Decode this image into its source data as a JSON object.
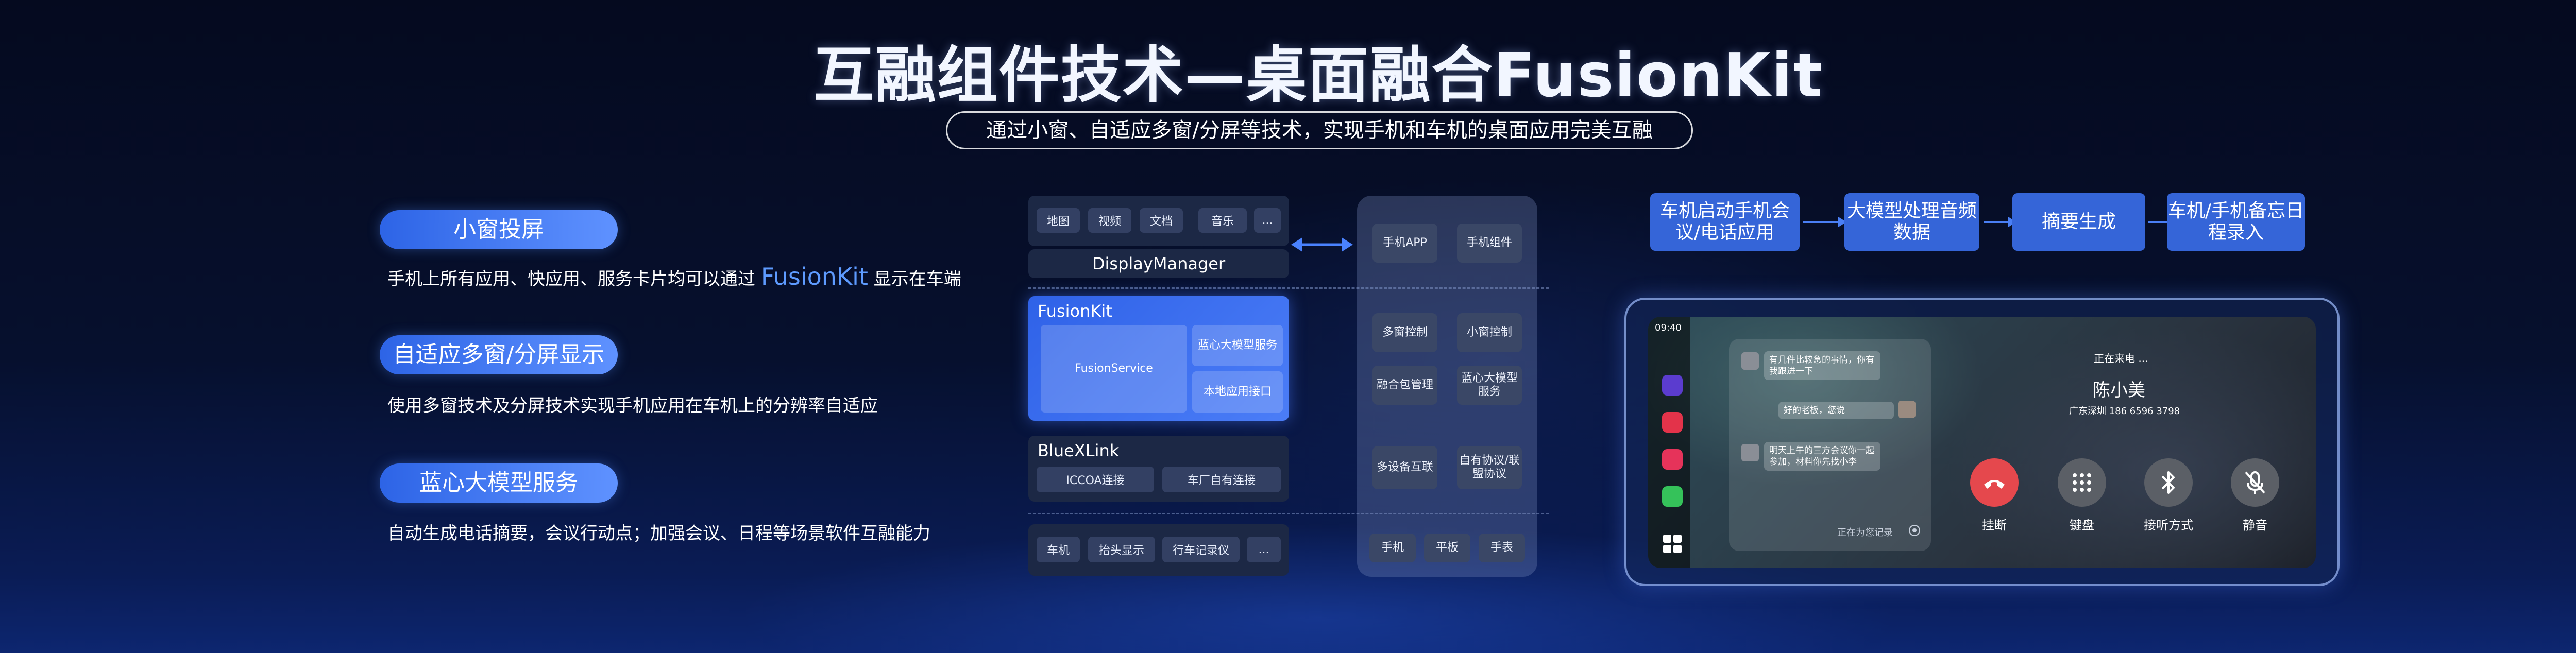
{
  "title": "互融组件技术—桌面融合FusionKit",
  "subtitle": "通过小窗、自适应多窗/分屏等技术，实现手机和车机的桌面应用完美互融",
  "features": [
    {
      "label": "小窗投屏",
      "desc_prefix": "手机上所有应用、快应用、服务卡片均可以通过",
      "desc_highlight": "FusionKit",
      "desc_suffix": "显示在车端"
    },
    {
      "label": "自适应多窗/分屏显示",
      "desc": "使用多窗技术及分屏技术实现手机应用在车机上的分辨率自适应"
    },
    {
      "label": "蓝心大模型服务",
      "desc": "自动生成电话摘要，会议行动点；加强会议、日程等场景软件互融能力"
    }
  ],
  "architecture": {
    "top_apps": [
      "地图",
      "视频",
      "文档",
      "音乐",
      "..."
    ],
    "display_manager": "DisplayManager",
    "fusionkit": {
      "title": "FusionKit",
      "service": "FusionService",
      "model_service": "蓝心大模型服务",
      "local_api": "本地应用接口"
    },
    "bluexlink": {
      "title": "BlueXLink",
      "iccoa": "ICCOA连接",
      "oem": "车厂自有连接"
    },
    "devices": [
      "车机",
      "抬头显示",
      "行车记录仪",
      "..."
    ],
    "right_column": {
      "row1": [
        "手机APP",
        "手机组件"
      ],
      "row2": [
        "多窗控制",
        "小窗控制"
      ],
      "row3": [
        "融合包管理",
        "蓝心大模型服务"
      ],
      "row4": [
        "多设备互联",
        "自有协议/联盟协议"
      ],
      "row5": [
        "手机",
        "平板",
        "手表"
      ]
    }
  },
  "flow": [
    "车机启动手机会议/电话应用",
    "大模型处理音频数据",
    "摘要生成",
    "车机/手机备忘日程录入"
  ],
  "car_screen": {
    "clock": "09:40",
    "chat": [
      "有几件比较急的事情，你有我跟进一下",
      "好的老板，您说",
      "明天上午的三方会议你一起参加，材料你先找小李"
    ],
    "recording_label": "正在为您记录",
    "call_status": "正在来电 ...",
    "caller_name": "陈小美",
    "caller_info": "广东深圳  186 6596 3798",
    "buttons": [
      "挂断",
      "键盘",
      "接听方式",
      "静音"
    ],
    "colors": {
      "hangup": "#e5484d",
      "control": "#5b5f66"
    }
  }
}
